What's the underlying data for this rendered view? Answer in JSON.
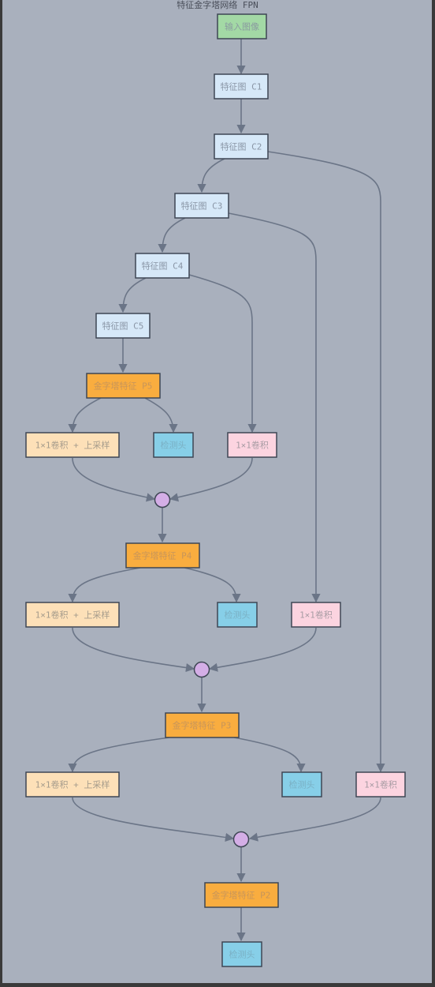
{
  "title": "特征金字塔网络 FPN",
  "nodes": {
    "input": "输入图像",
    "c1": "特征图 C1",
    "c2": "特征图 C2",
    "c3": "特征图 C3",
    "c4": "特征图 C4",
    "c5": "特征图 C5",
    "p5": "金字塔特征 P5",
    "up5": "1×1卷积 + 上采样",
    "det5": "检测头",
    "lat4": "1×1卷积",
    "p4": "金字塔特征 P4",
    "up4": "1×1卷积 + 上采样",
    "det4": "检测头",
    "lat3": "1×1卷积",
    "p3": "金字塔特征 P3",
    "up3": "1×1卷积 + 上采样",
    "det3": "检测头",
    "lat2": "1×1卷积",
    "p2": "金字塔特征 P2",
    "det2": "检测头"
  },
  "colors": {
    "input": "#a3d9a5",
    "backbone": "#d6e8f8",
    "pyramid": "#f9ad3f",
    "upsample": "#fde0b8",
    "lateral": "#fcd4e0",
    "detect": "#87cfe8",
    "merge": "#d4aee6",
    "edge": "#6b7587"
  }
}
